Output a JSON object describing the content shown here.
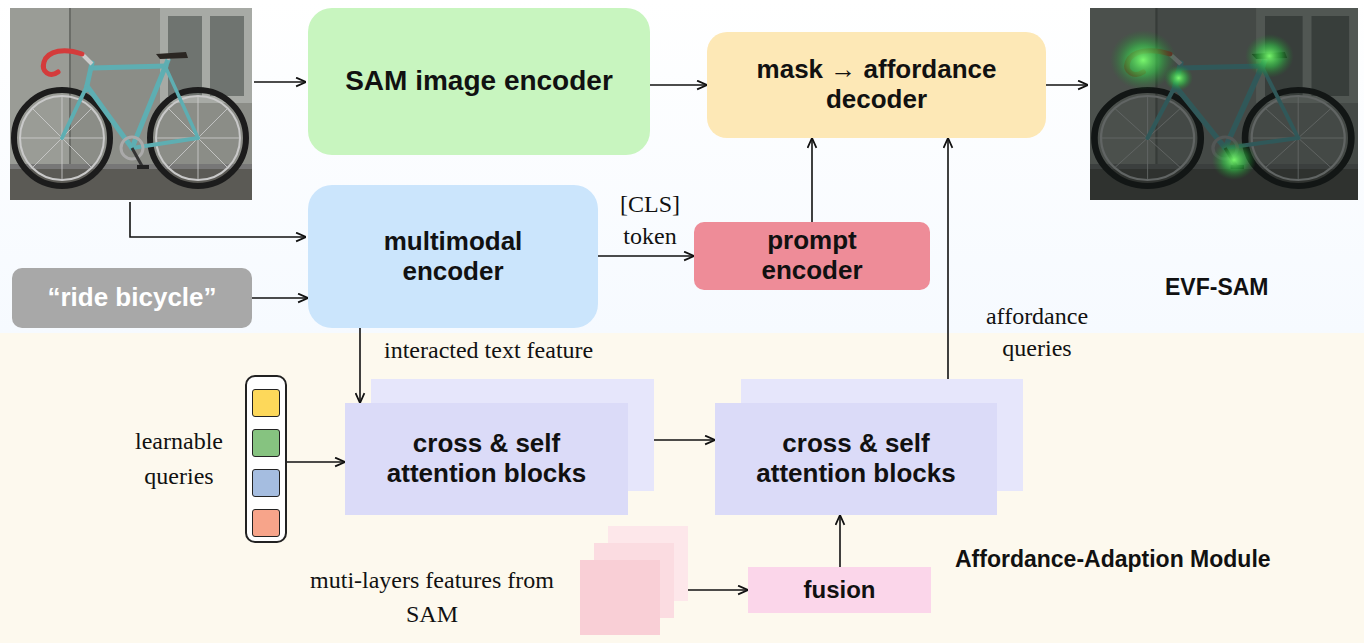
{
  "diagram": {
    "nodes": [
      {
        "text": [
          "EVF-SAM"
        ]
      },
      {
        "text": [
          "SAM image encoder"
        ],
        "in": 0
      },
      {
        "text": [
          "mask → affordance decoder"
        ],
        "in": 0
      },
      {
        "text": [
          "multimodal encoder"
        ],
        "in": 0
      },
      {
        "text": [
          "prompt encoder"
        ],
        "in": 0
      },
      {
        "text": [
          "“ride bicycle”"
        ],
        "in": 0
      },
      {
        "text": [
          "Affordance-Adaption Module"
        ]
      },
      {
        "text": [
          "learnable queries"
        ],
        "in": 6
      },
      {
        "text": [
          "cross & self attention blocks"
        ],
        "in": 6
      },
      {
        "text": [
          "cross & self attention blocks"
        ],
        "in": 6
      },
      {
        "text": [
          "muti-layers features from SAM"
        ],
        "in": 6
      },
      {
        "text": [
          "fusion"
        ],
        "in": 6
      }
    ],
    "edges": [
      {
        "from": 1,
        "to": 2,
        "arrow": "to"
      },
      {
        "from": 5,
        "to": 3,
        "arrow": "to"
      },
      {
        "from": 3,
        "to": 4,
        "label": "[CLS] token",
        "arrow": "to"
      },
      {
        "from": 4,
        "to": 2,
        "arrow": "to"
      },
      {
        "from": 3,
        "to": 8,
        "label": "interacted text feature",
        "arrow": "to"
      },
      {
        "from": 7,
        "to": 8,
        "arrow": "to"
      },
      {
        "from": 8,
        "to": 9,
        "arrow": "to"
      },
      {
        "from": 10,
        "to": 11,
        "arrow": "to"
      },
      {
        "from": 11,
        "to": 9,
        "arrow": "to"
      },
      {
        "from": 9,
        "to": 2,
        "label": "affordance queries",
        "arrow": "to"
      }
    ]
  }
}
